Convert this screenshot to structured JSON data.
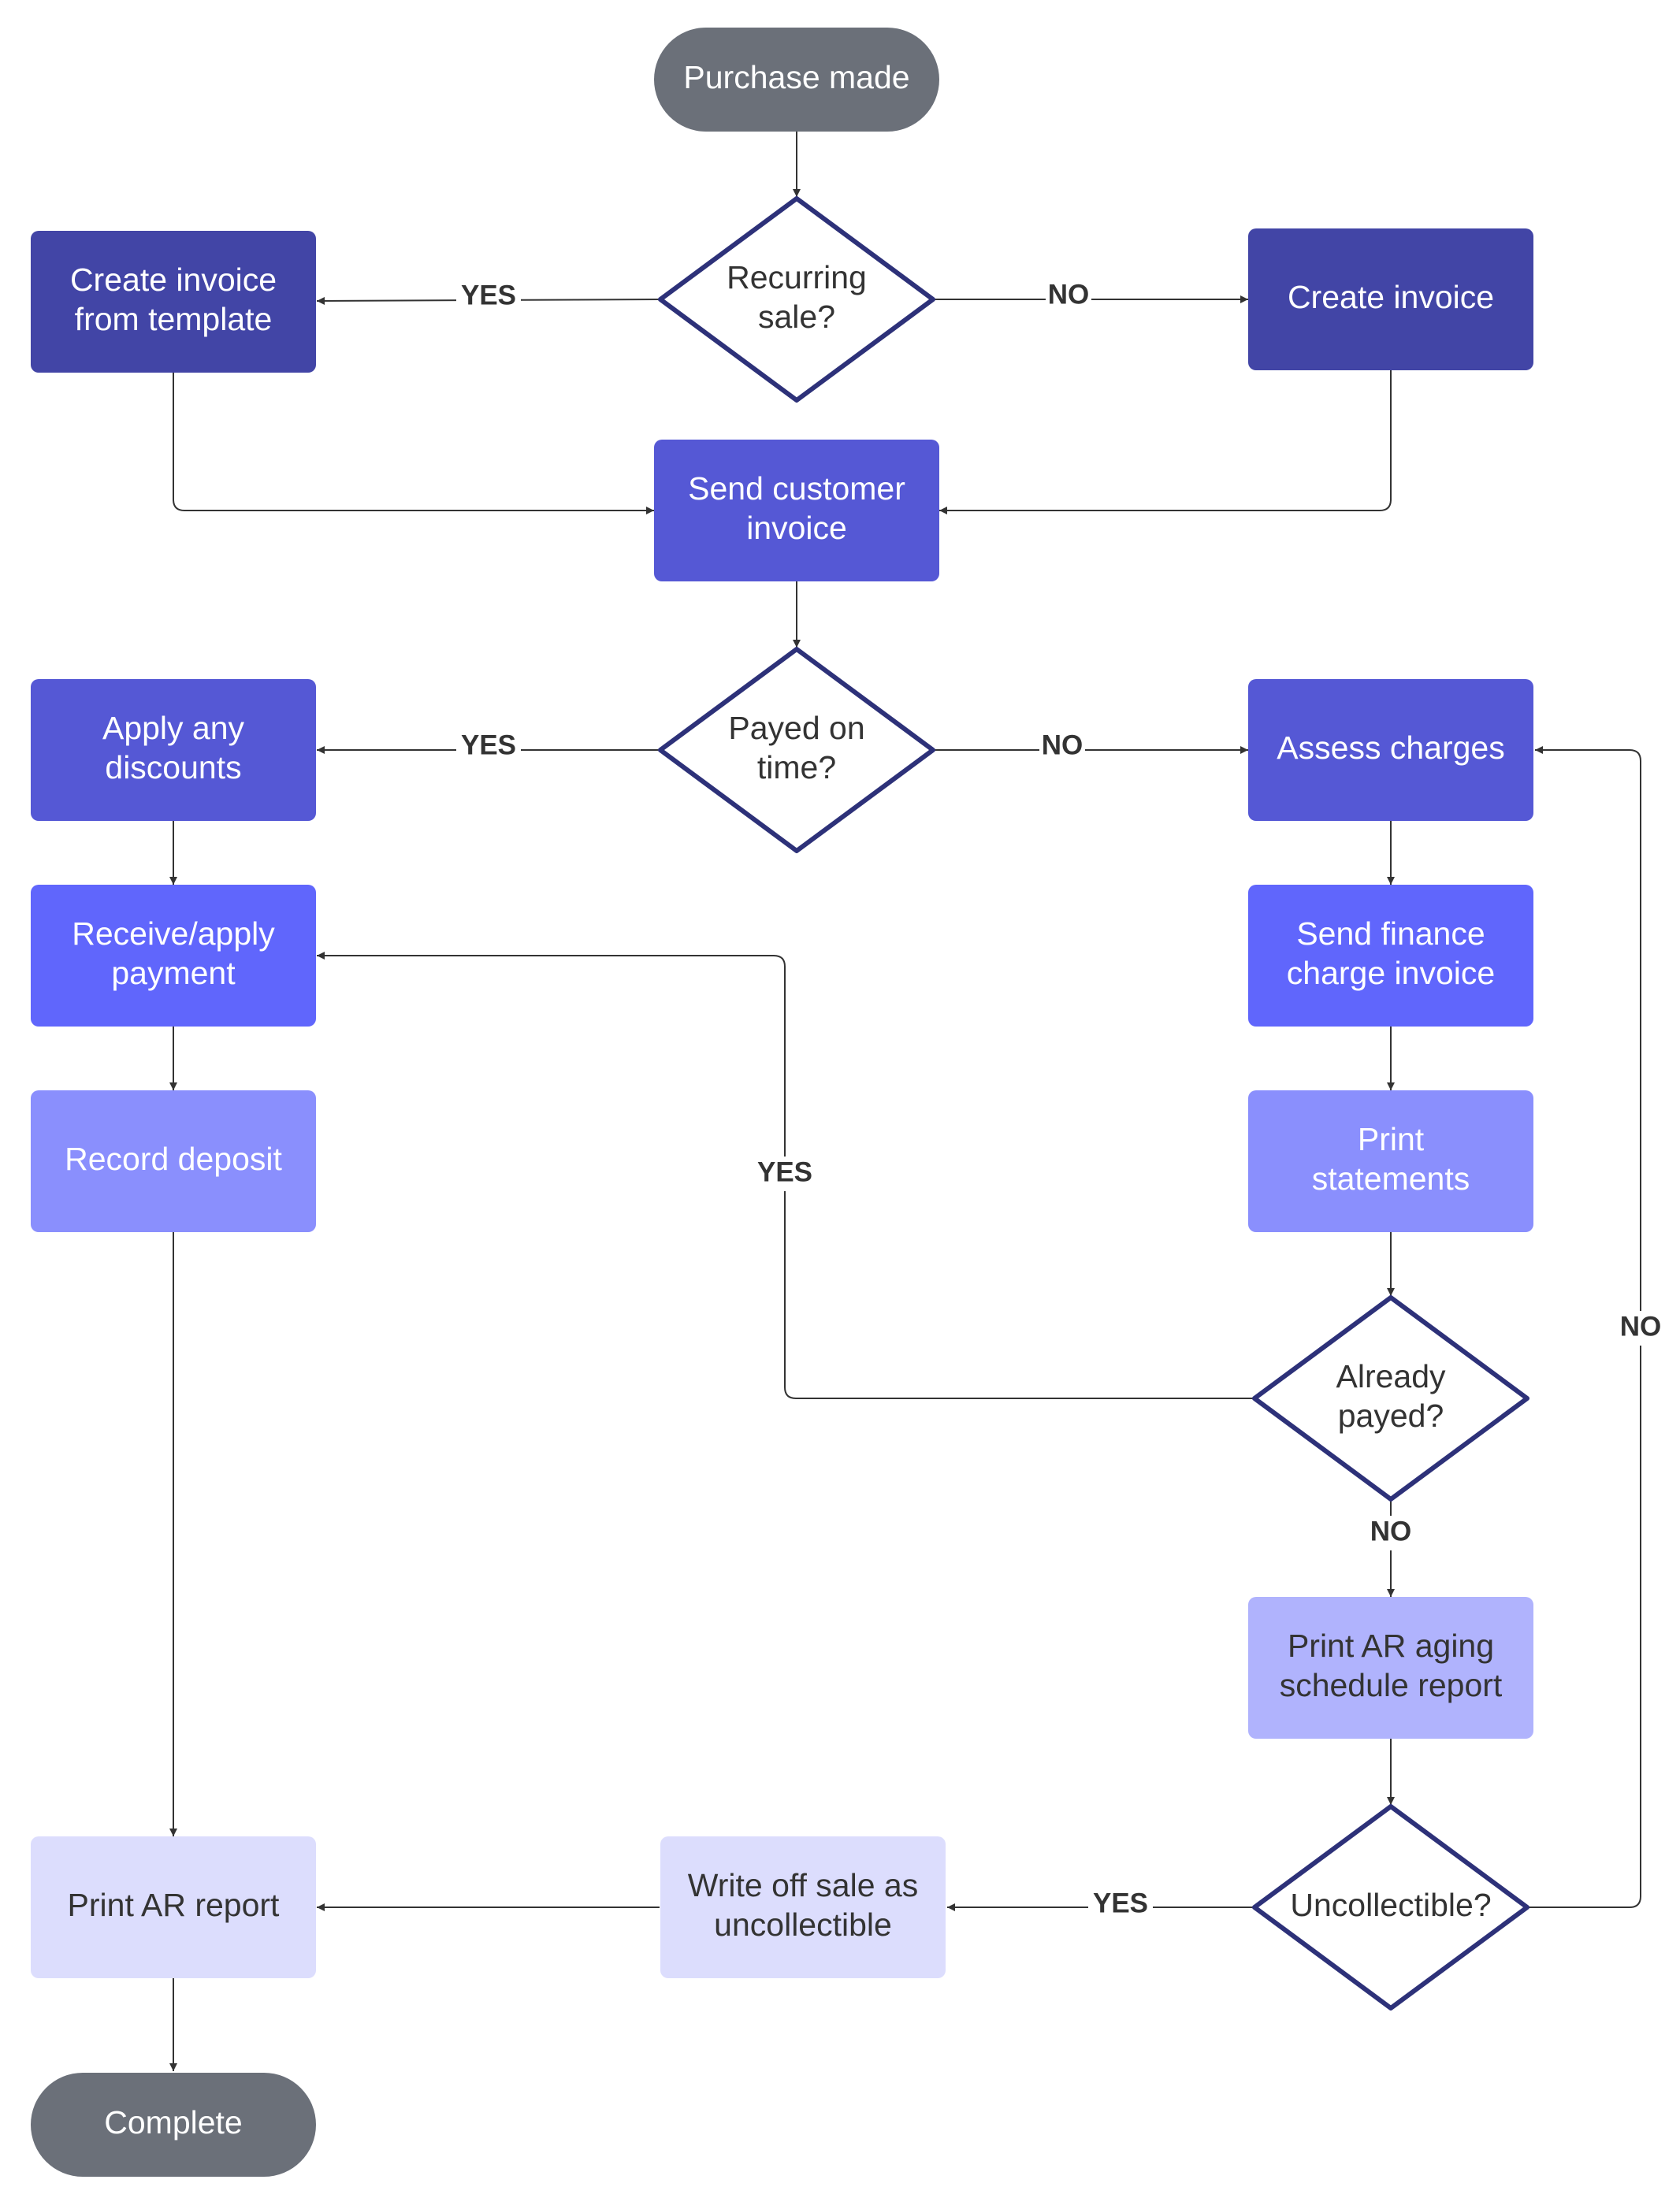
{
  "colors": {
    "terminal": "#6b7079",
    "shade_1": "#4245a6",
    "shade_2": "#5558d5",
    "shade_3": "#6066fc",
    "shade_4": "#8a8ffd",
    "shade_5": "#b0b3fd",
    "shade_6": "#dcddfd",
    "decision_stroke": "#2d3179",
    "edge": "#333333",
    "text_light": "#ffffff",
    "text_dark": "#333333"
  },
  "nodes": [
    {
      "id": "purchase-made",
      "kind": "terminal",
      "fill": "terminal",
      "text": "light",
      "lines": [
        "Purchase made"
      ]
    },
    {
      "id": "recurring-sale",
      "kind": "decision",
      "text": "dark",
      "lines": [
        "Recurring",
        "sale?"
      ]
    },
    {
      "id": "create-invoice-template",
      "kind": "process",
      "fill": "shade_1",
      "text": "light",
      "lines": [
        "Create invoice",
        "from template"
      ]
    },
    {
      "id": "create-invoice",
      "kind": "process",
      "fill": "shade_1",
      "text": "light",
      "lines": [
        "Create invoice"
      ]
    },
    {
      "id": "send-customer-invoice",
      "kind": "process",
      "fill": "shade_2",
      "text": "light",
      "lines": [
        "Send customer",
        "invoice"
      ]
    },
    {
      "id": "payed-on-time",
      "kind": "decision",
      "text": "dark",
      "lines": [
        "Payed on",
        "time?"
      ]
    },
    {
      "id": "apply-discounts",
      "kind": "process",
      "fill": "shade_2",
      "text": "light",
      "lines": [
        "Apply any",
        "discounts"
      ]
    },
    {
      "id": "assess-charges",
      "kind": "process",
      "fill": "shade_2",
      "text": "light",
      "lines": [
        "Assess charges"
      ]
    },
    {
      "id": "receive-apply-payment",
      "kind": "process",
      "fill": "shade_3",
      "text": "light",
      "lines": [
        "Receive/apply",
        "payment"
      ]
    },
    {
      "id": "send-finance-charge-invoice",
      "kind": "process",
      "fill": "shade_3",
      "text": "light",
      "lines": [
        "Send finance",
        "charge invoice"
      ]
    },
    {
      "id": "record-deposit",
      "kind": "process",
      "fill": "shade_4",
      "text": "light",
      "lines": [
        "Record deposit"
      ]
    },
    {
      "id": "print-statements",
      "kind": "process",
      "fill": "shade_4",
      "text": "light",
      "lines": [
        "Print",
        "statements"
      ]
    },
    {
      "id": "already-payed",
      "kind": "decision",
      "text": "dark",
      "lines": [
        "Already",
        "payed?"
      ]
    },
    {
      "id": "print-ar-aging",
      "kind": "process",
      "fill": "shade_5",
      "text": "dark",
      "lines": [
        "Print AR aging",
        "schedule report"
      ]
    },
    {
      "id": "uncollectible",
      "kind": "decision",
      "text": "dark",
      "lines": [
        "Uncollectible?"
      ]
    },
    {
      "id": "write-off-sale",
      "kind": "process",
      "fill": "shade_6",
      "text": "dark",
      "lines": [
        "Write off sale as",
        "uncollectible"
      ]
    },
    {
      "id": "print-ar-report",
      "kind": "process",
      "fill": "shade_6",
      "text": "dark",
      "lines": [
        "Print AR report"
      ]
    },
    {
      "id": "complete",
      "kind": "terminal",
      "fill": "terminal",
      "text": "light",
      "lines": [
        "Complete"
      ]
    }
  ],
  "edges": [
    {
      "id": "e1",
      "from": "purchase-made",
      "to": "recurring-sale",
      "label": ""
    },
    {
      "id": "e2",
      "from": "recurring-sale",
      "to": "create-invoice-template",
      "label": "YES"
    },
    {
      "id": "e3",
      "from": "recurring-sale",
      "to": "create-invoice",
      "label": "NO"
    },
    {
      "id": "e4",
      "from": "create-invoice-template",
      "to": "send-customer-invoice",
      "label": ""
    },
    {
      "id": "e5",
      "from": "create-invoice",
      "to": "send-customer-invoice",
      "label": ""
    },
    {
      "id": "e6",
      "from": "send-customer-invoice",
      "to": "payed-on-time",
      "label": ""
    },
    {
      "id": "e7",
      "from": "payed-on-time",
      "to": "apply-discounts",
      "label": "YES"
    },
    {
      "id": "e8",
      "from": "payed-on-time",
      "to": "assess-charges",
      "label": "NO"
    },
    {
      "id": "e9",
      "from": "apply-discounts",
      "to": "receive-apply-payment",
      "label": ""
    },
    {
      "id": "e10",
      "from": "receive-apply-payment",
      "to": "record-deposit",
      "label": ""
    },
    {
      "id": "e11",
      "from": "record-deposit",
      "to": "print-ar-report",
      "label": ""
    },
    {
      "id": "e12",
      "from": "assess-charges",
      "to": "send-finance-charge-invoice",
      "label": ""
    },
    {
      "id": "e13",
      "from": "send-finance-charge-invoice",
      "to": "print-statements",
      "label": ""
    },
    {
      "id": "e14",
      "from": "print-statements",
      "to": "already-payed",
      "label": ""
    },
    {
      "id": "e15",
      "from": "already-payed",
      "to": "receive-apply-payment",
      "label": "YES"
    },
    {
      "id": "e16",
      "from": "already-payed",
      "to": "print-ar-aging",
      "label": "NO"
    },
    {
      "id": "e17",
      "from": "print-ar-aging",
      "to": "uncollectible",
      "label": ""
    },
    {
      "id": "e18",
      "from": "uncollectible",
      "to": "write-off-sale",
      "label": "YES"
    },
    {
      "id": "e19",
      "from": "uncollectible",
      "to": "assess-charges",
      "label": "NO"
    },
    {
      "id": "e20",
      "from": "write-off-sale",
      "to": "print-ar-report",
      "label": ""
    },
    {
      "id": "e21",
      "from": "print-ar-report",
      "to": "complete",
      "label": ""
    }
  ]
}
